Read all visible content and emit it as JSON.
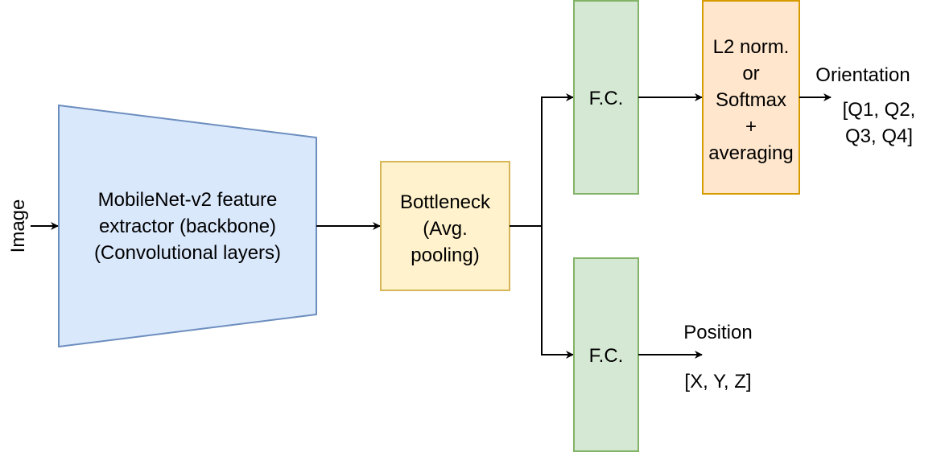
{
  "colors": {
    "backbone_fill": "#dae8fc",
    "backbone_stroke": "#6c8ebf",
    "bottleneck_fill": "#fff2cc",
    "bottleneck_stroke": "#d6b656",
    "fc_fill": "#d5e8d4",
    "fc_stroke": "#82b366",
    "norm_fill": "#ffe6cc",
    "norm_stroke": "#d79b00",
    "edge": "#000000"
  },
  "input": {
    "label": "Image"
  },
  "backbone": {
    "line1": "MobileNet-v2 feature",
    "line2": "extractor (backbone)",
    "line3": "(Convolutional layers)"
  },
  "bottleneck": {
    "line1": "Bottleneck",
    "line2": "(Avg.",
    "line3": "pooling)"
  },
  "fc_top": {
    "label": "F.C."
  },
  "fc_bottom": {
    "label": "F.C."
  },
  "normalization": {
    "line1": "L2 norm.",
    "line2": "or",
    "line3": "Softmax",
    "line4": "+",
    "line5": "averaging"
  },
  "orientation_output": {
    "title": "Orientation",
    "line1": "[Q1, Q2,",
    "line2": "Q3, Q4]"
  },
  "position_output": {
    "title": "Position",
    "value": "[X, Y, Z]"
  }
}
